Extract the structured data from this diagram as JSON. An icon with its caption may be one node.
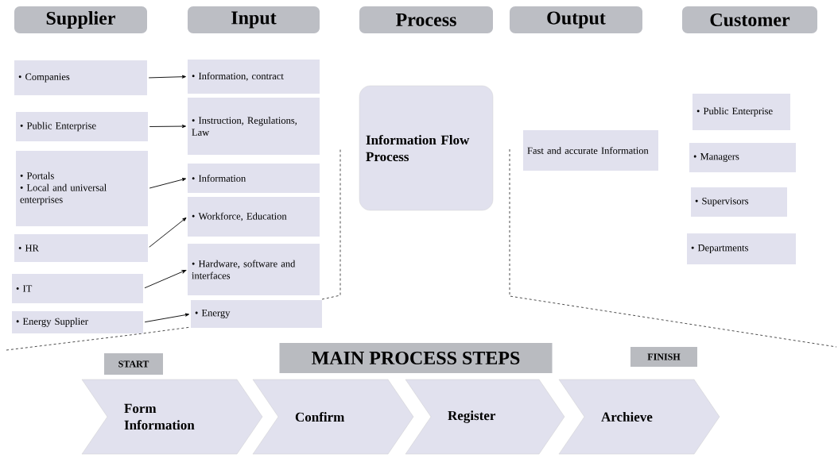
{
  "diagram": {
    "title": "MAIN PROCESS STEPS",
    "nodes": [
      {
        "text": [
          "Supplier"
        ]
      },
      {
        "text": [
          "Input"
        ]
      },
      {
        "text": [
          "Process"
        ]
      },
      {
        "text": [
          "Output"
        ]
      },
      {
        "text": [
          "Customer"
        ]
      },
      {
        "text": [
          "• Companies"
        ]
      },
      {
        "text": [
          "• Public Enterprise"
        ]
      },
      {
        "text": [
          "• Portals",
          "• Local and universal enterprises"
        ]
      },
      {
        "text": [
          "• HR"
        ]
      },
      {
        "text": [
          "• IT"
        ]
      },
      {
        "text": [
          "• Energy Supplier"
        ]
      },
      {
        "text": [
          "• Information, contract"
        ]
      },
      {
        "text": [
          "• Instruction, Regulations, Law"
        ]
      },
      {
        "text": [
          "• Information"
        ]
      },
      {
        "text": [
          "• Workforce, Education"
        ]
      },
      {
        "text": [
          "• Hardware, software and interfaces"
        ]
      },
      {
        "text": [
          "• Energy"
        ]
      },
      {
        "text": [
          "Information Flow Process"
        ]
      },
      {
        "text": [
          "Fast and accurate Information"
        ]
      },
      {
        "text": [
          "• Public Enterprise"
        ]
      },
      {
        "text": [
          "• Managers"
        ]
      },
      {
        "text": [
          "• Supervisors"
        ]
      },
      {
        "text": [
          "• Departments"
        ]
      },
      {
        "text": [
          "START"
        ]
      },
      {
        "text": [
          "FINISH"
        ]
      },
      {
        "text": [
          "Form Information"
        ]
      },
      {
        "text": [
          "Confirm"
        ]
      },
      {
        "text": [
          "Register"
        ]
      },
      {
        "text": [
          "Archieve"
        ]
      }
    ],
    "edges": [
      {
        "from": 5,
        "to": 11,
        "arrow": "to"
      },
      {
        "from": 6,
        "to": 12,
        "arrow": "to"
      },
      {
        "from": 7,
        "to": 13,
        "arrow": "to"
      },
      {
        "from": 8,
        "to": 14,
        "arrow": "to"
      },
      {
        "from": 9,
        "to": 15,
        "arrow": "to"
      },
      {
        "from": 10,
        "to": 16,
        "arrow": "to"
      }
    ]
  }
}
